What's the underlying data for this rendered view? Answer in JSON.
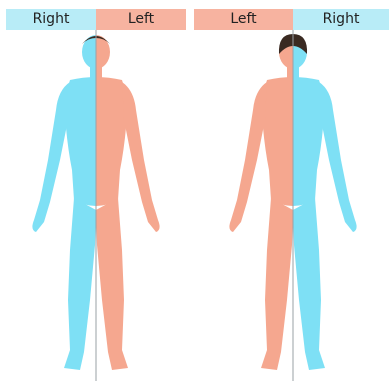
{
  "front": {
    "header": {
      "left_label": "Right",
      "right_label": "Left"
    }
  },
  "back": {
    "header": {
      "left_label": "Left",
      "right_label": "Right"
    }
  },
  "colors": {
    "right_side": "#7ee0f5",
    "left_side": "#f5a78f",
    "right_header": "#b8ecf7",
    "left_header": "#f7b3a0",
    "hair": "#3a2a22"
  },
  "icons": {
    "front_figure": "human-body-front-icon",
    "back_figure": "human-body-back-icon"
  }
}
